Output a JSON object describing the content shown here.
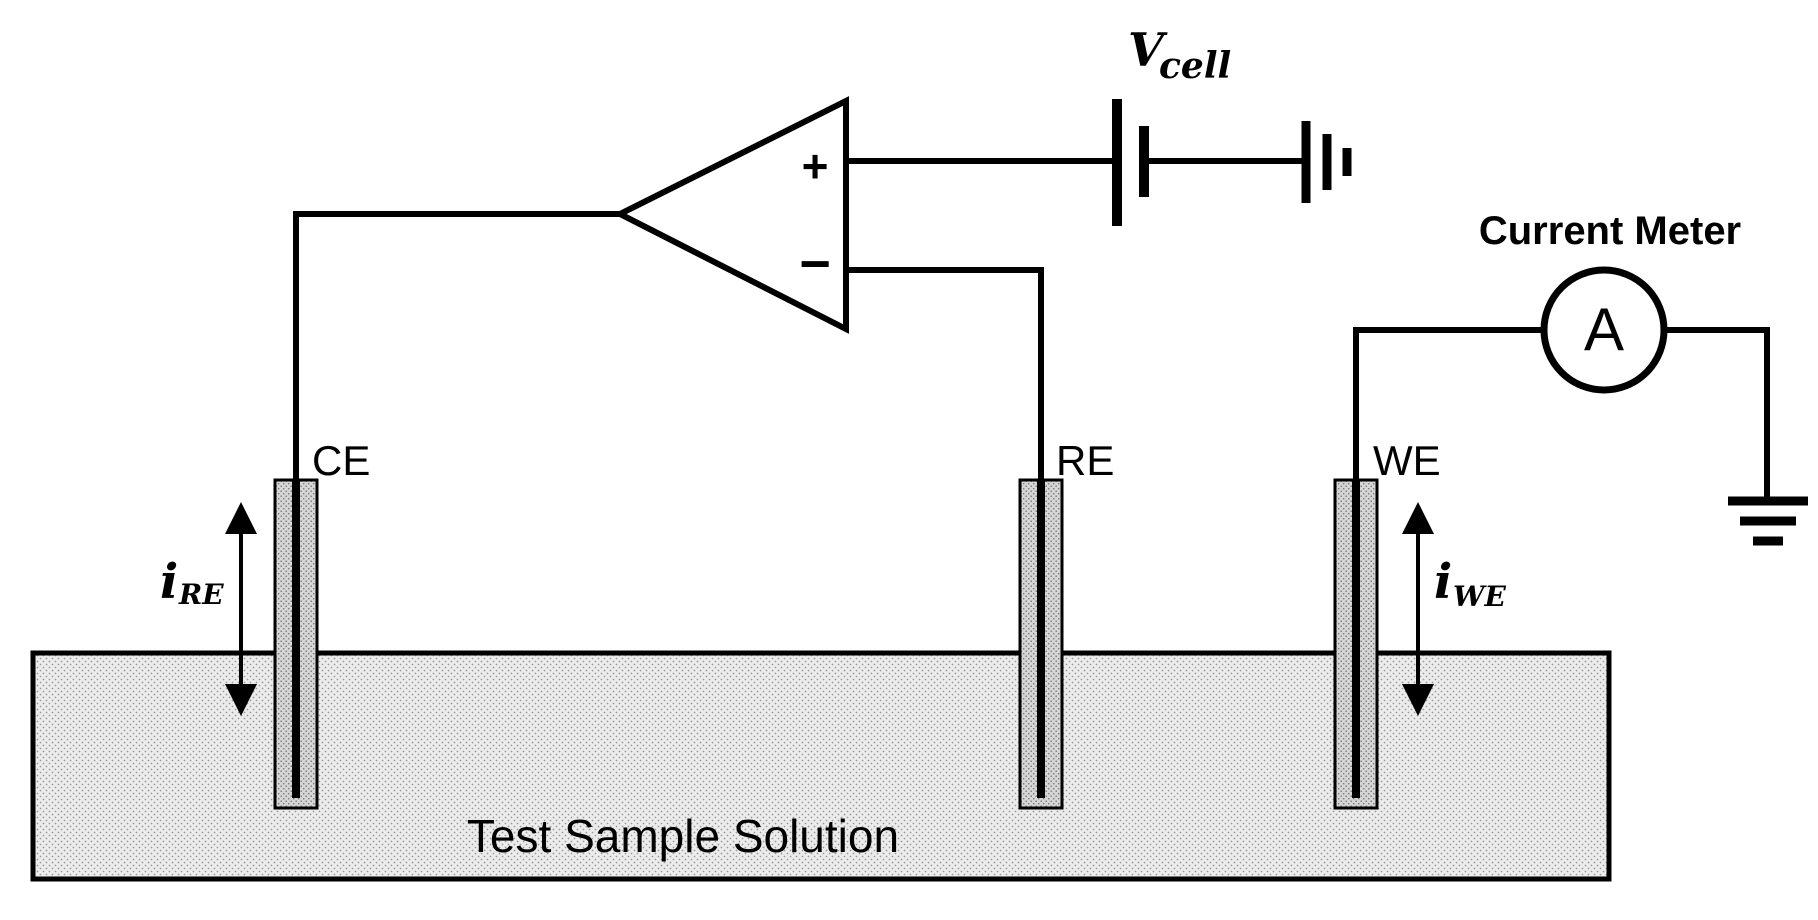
{
  "labels": {
    "vcell_main": "V",
    "vcell_sub": "cell",
    "plus_sign": "+",
    "minus_sign": "−",
    "current_meter": "Current Meter",
    "ammeter_symbol": "A",
    "ce": "CE",
    "re": "RE",
    "we": "WE",
    "i_re_main": "i",
    "i_re_sub": "RE",
    "i_we_main": "i",
    "i_we_sub": "WE",
    "solution": "Test Sample Solution"
  },
  "colors": {
    "stroke": "#000000",
    "solution_fill": "#e6e6e6",
    "electrode_fill": "#c8c8c8",
    "background": "#ffffff"
  }
}
